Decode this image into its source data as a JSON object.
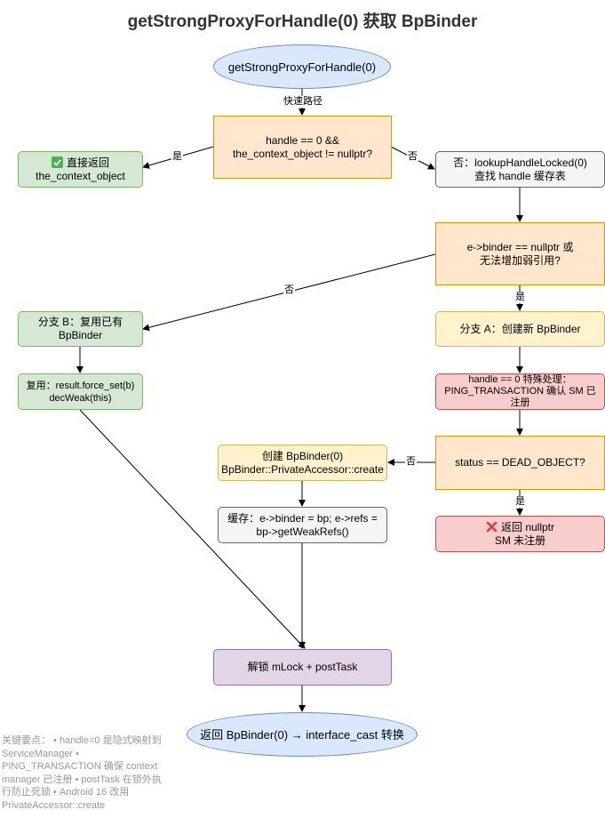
{
  "title": "getStrongProxyForHandle(0) 获取 BpBinder",
  "nodes": {
    "start": "getStrongProxyForHandle(0)",
    "decision1": [
      "handle == 0 &&",
      "the_context_object != nullptr?"
    ],
    "return_context": "直接返回",
    "return_context_value": "the_context_object",
    "lookup": [
      "否：lookupHandleLocked(0)",
      "查找 handle 缓存表"
    ],
    "decision2": [
      "e->binder == nullptr 或",
      "无法增加弱引用?"
    ],
    "branch_b": [
      "分支 B：复用已有",
      "BpBinder"
    ],
    "branch_a": "分支 A：创建新 BpBinder",
    "reuse": [
      "复用：result.force_set(b)",
      "decWeak(this)"
    ],
    "special_handle": [
      "handle == 0 特殊处理：",
      "PING_TRANSACTION 确认 SM 已",
      "注册"
    ],
    "create": [
      "创建 BpBinder(0)",
      "BpBinder::PrivateAccessor::create"
    ],
    "decision3": "status == DEAD_OBJECT?",
    "cache": [
      "缓存：e->binder = bp; e->refs =",
      "bp->getWeakRefs()"
    ],
    "return_null": "返回 nullptr",
    "return_null_sub": "SM 未注册",
    "unlock": "解锁 mLock + postTask",
    "end": "返回 BpBinder(0) → interface_cast 转换"
  },
  "edge_labels": {
    "fast_path": "快速路径",
    "yes1": "是",
    "no1": "否",
    "no2": "否",
    "yes2": "是",
    "no3": "否",
    "yes3": "是"
  },
  "note": [
    "关键要点：  • handle=0 是隐式映射到",
    "ServiceManager •",
    "PING_TRANSACTION 确保 context",
    "manager 已注册 • postTask 在锁外执",
    "行防止死锁 • Android 16 改用",
    "PrivateAccessor::create"
  ],
  "icons": {
    "success": "check-mark-icon",
    "failure": "cross-mark-icon"
  },
  "colors": {
    "terminal_fill": "#dae8fc",
    "decision_fill": "#ffe6cc",
    "success_fill": "#d5e8d4",
    "neutral_fill": "#f5f5f5",
    "branch_fill": "#fff2cc",
    "error_fill": "#f8cecc",
    "final_fill": "#e1d5e7"
  }
}
